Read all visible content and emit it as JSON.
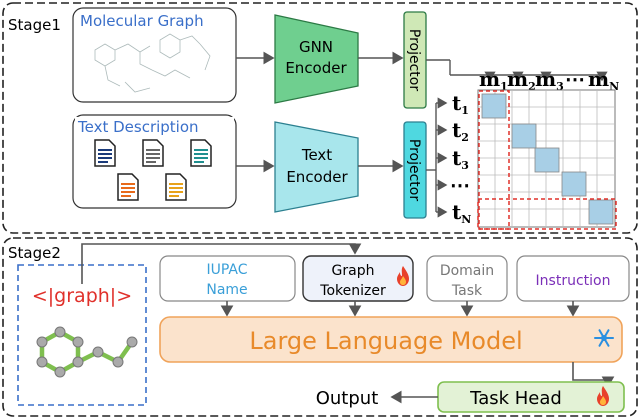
{
  "stage1": {
    "label": "Stage1",
    "molecular_graph_title": "Molecular Graph",
    "text_description_title": "Text Description",
    "gnn_encoder": [
      "GNN",
      "Encoder"
    ],
    "text_encoder": [
      "Text",
      "Encoder"
    ],
    "projector_label": "Projector",
    "matrix": {
      "m_labels": [
        "m",
        "m",
        "m",
        "⋯",
        "m"
      ],
      "m_subs": [
        "1",
        "2",
        "3",
        "",
        "N"
      ],
      "t_labels": [
        "t",
        "t",
        "t",
        "⋯",
        "t"
      ],
      "t_subs": [
        "1",
        "2",
        "3",
        "",
        "N"
      ]
    }
  },
  "stage2": {
    "label": "Stage2",
    "graph_token": "<|graph|>",
    "iupac": [
      "IUPAC",
      "Name"
    ],
    "graph_tokenizer": [
      "Graph",
      "Tokenizer"
    ],
    "domain_task": [
      "Domain",
      "Task"
    ],
    "instruction": "Instruction",
    "llm": "Large Language Model",
    "task_head": "Task Head",
    "output": "Output"
  },
  "colors": {
    "gnn_fill": "#6fcf8f",
    "text_encoder_fill": "#a8e6ec",
    "projector_green": "#cfe8b6",
    "projector_cyan": "#4fd8e0",
    "llm_fill": "#fbe3cc",
    "llm_stroke": "#f0a35a",
    "diag_cell": "#a8cfe6",
    "red_dash": "#e0302a",
    "blue_text": "#3a6fc9",
    "purple_text": "#7b2fb8",
    "fire": "#e8412b",
    "snow": "#2a8fe0"
  }
}
